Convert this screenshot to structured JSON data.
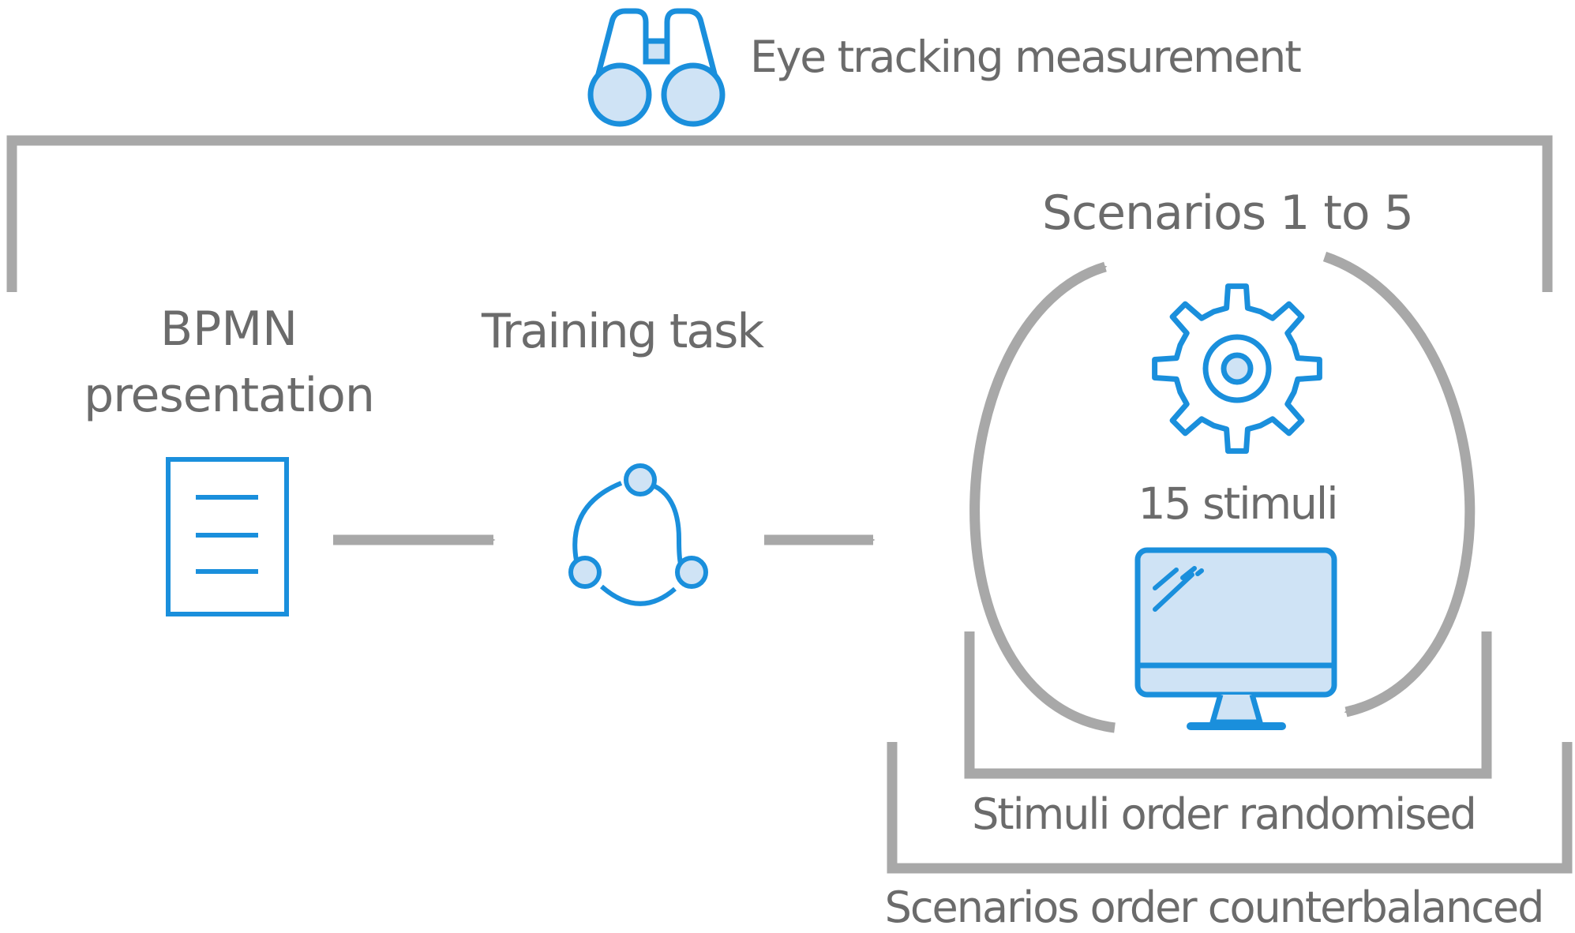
{
  "labels": {
    "eye_tracking": "Eye tracking measurement",
    "bpmn_line1": "BPMN",
    "bpmn_line2": "presentation",
    "training": "Training task",
    "scenarios": "Scenarios 1 to 5",
    "stimuli_count": "15 stimuli",
    "stimuli_order": "Stimuli order randomised",
    "scenarios_order": "Scenarios order counterbalanced"
  },
  "icons": {
    "eye_tracking": "binoculars-icon",
    "bpmn": "document-icon",
    "training": "share-network-icon",
    "scenario_settings": "gear-icon",
    "stimuli_display": "monitor-icon"
  },
  "colors": {
    "icon_stroke": "#1a8fdc",
    "icon_fill": "#cfe3f5",
    "connector": "#a8a8a8",
    "text": "#6b6b6b"
  }
}
